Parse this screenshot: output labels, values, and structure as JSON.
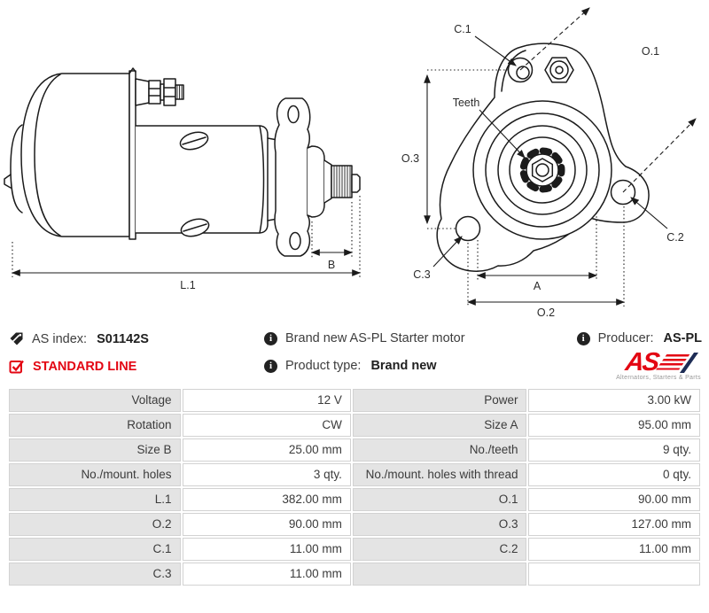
{
  "diagrams": {
    "side_view": {
      "labels": {
        "b": "B",
        "l1": "L.1"
      }
    },
    "front_view": {
      "labels": {
        "c1": "C.1",
        "o1": "O.1",
        "teeth": "Teeth",
        "o3": "O.3",
        "c2": "C.2",
        "c3": "C.3",
        "a": "A",
        "o2": "O.2"
      }
    }
  },
  "info": {
    "as_index": {
      "label": "AS index:",
      "value": "S01142S"
    },
    "line_badge": "STANDARD LINE",
    "description": "Brand new AS-PL Starter motor",
    "product_type": {
      "label": "Product type:",
      "value": "Brand new"
    },
    "producer": {
      "label": "Producer:",
      "value": "AS-PL"
    },
    "info_icon_glyph": "i",
    "logo": {
      "text": "AS",
      "tagline": "Alternators, Starters & Parts"
    }
  },
  "colors": {
    "accent_red": "#e30613",
    "drawing_line": "#1b1b1b",
    "table_label_bg": "#e4e4e4",
    "table_border": "#d2d2d2",
    "text": "#3b3b3b"
  },
  "spec_table": {
    "rows": [
      {
        "l1": "Voltage",
        "v1": "12 V",
        "l2": "Power",
        "v2": "3.00 kW"
      },
      {
        "l1": "Rotation",
        "v1": "CW",
        "l2": "Size A",
        "v2": "95.00 mm"
      },
      {
        "l1": "Size B",
        "v1": "25.00 mm",
        "l2": "No./teeth",
        "v2": "9 qty."
      },
      {
        "l1": "No./mount. holes",
        "v1": "3 qty.",
        "l2": "No./mount. holes with thread",
        "v2": "0 qty."
      },
      {
        "l1": "L.1",
        "v1": "382.00 mm",
        "l2": "O.1",
        "v2": "90.00 mm"
      },
      {
        "l1": "O.2",
        "v1": "90.00 mm",
        "l2": "O.3",
        "v2": "127.00 mm"
      },
      {
        "l1": "C.1",
        "v1": "11.00 mm",
        "l2": "C.2",
        "v2": "11.00 mm"
      },
      {
        "l1": "C.3",
        "v1": "11.00 mm",
        "l2": "",
        "v2": ""
      }
    ]
  }
}
